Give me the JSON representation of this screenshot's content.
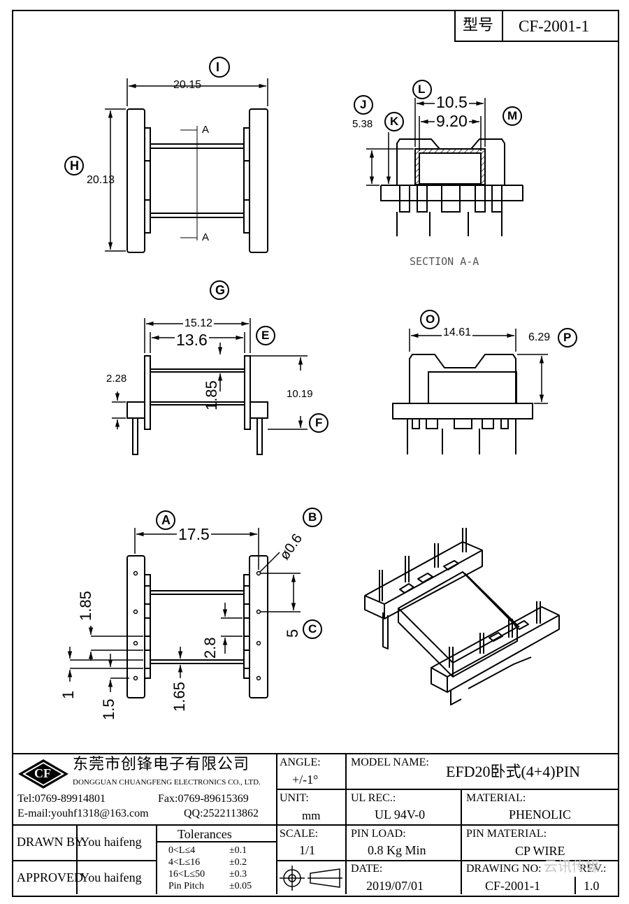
{
  "header": {
    "model_label": "型号",
    "model_code": "CF-2001-1"
  },
  "views": {
    "top": {
      "callout_I": "I",
      "callout_H": "H",
      "width": "20.15",
      "height": "20.13",
      "section_mark_top": "A",
      "section_mark_bottom": "A"
    },
    "section": {
      "callout_J": "J",
      "callout_K": "K",
      "callout_L": "L",
      "callout_M": "M",
      "dim_J": "5.38",
      "dim_L": "10.5",
      "dim_M": "9.20",
      "caption": "SECTION A-A"
    },
    "front": {
      "callout_G": "G",
      "callout_E": "E",
      "callout_F": "F",
      "dim_G": "15.12",
      "dim_E": "13.6",
      "dim_228": "2.28",
      "dim_1019": "10.19",
      "dim_185": "1.85"
    },
    "side": {
      "callout_O": "O",
      "callout_P": "P",
      "dim_O": "14.61",
      "dim_P": "6.29"
    },
    "bottom": {
      "callout_A": "A",
      "callout_B": "B",
      "callout_C": "C",
      "dim_A": "17.5",
      "dim_B": "ø0.6",
      "dim_C": "5",
      "dim_185": "1.85",
      "dim_28": "2.8",
      "dim_1": "1",
      "dim_15": "1.5",
      "dim_165": "1.65"
    }
  },
  "title_block": {
    "company_cn": "东莞市创锋电子有限公司",
    "company_en": "DONGGUAN CHUANGFENG ELECTRONICS CO., LTD.",
    "logo_text": "CF",
    "tel": "Tel:0769-89914801",
    "fax": "Fax:0769-89615369",
    "email": "E-mail:youhf1318@163.com",
    "qq": "QQ:2522113862",
    "angle_label": "ANGLE:",
    "angle_value": "+/-1°",
    "model_name_label": "MODEL NAME:",
    "model_name_value": "EFD20卧式(4+4)PIN",
    "unit_label": "UNIT:",
    "unit_value": "mm",
    "ul_label": "UL REC.:",
    "ul_value": "UL 94V-0",
    "material_label": "MATERIAL:",
    "material_value": "PHENOLIC",
    "drawn_by_label": "DRAWN BY",
    "drawn_by_value": "You haifeng",
    "approved_label": "APPROVED",
    "approved_value": "You haifeng",
    "tolerances_title": "Tolerances",
    "tolerances": [
      {
        "range": "0<L≤4",
        "value": "±0.1"
      },
      {
        "range": "4<L≤16",
        "value": "±0.2"
      },
      {
        "range": "16<L≤50",
        "value": "±0.3"
      },
      {
        "range": "Pin Pitch",
        "value": "±0.05"
      }
    ],
    "scale_label": "SCALE:",
    "scale_value": "1/1",
    "pin_load_label": "PIN LOAD:",
    "pin_load_value": "0.8 Kg Min",
    "pin_material_label": "PIN MATERIAL:",
    "pin_material_value": "CP WIRE",
    "date_label": "DATE:",
    "date_value": "2019/07/01",
    "drawing_no_label": "DRAWING NO:",
    "drawing_no_value": "CF-2001-1",
    "rev_label": "REV.:",
    "rev_value": "1.0",
    "watermark": "云讯传媒"
  }
}
